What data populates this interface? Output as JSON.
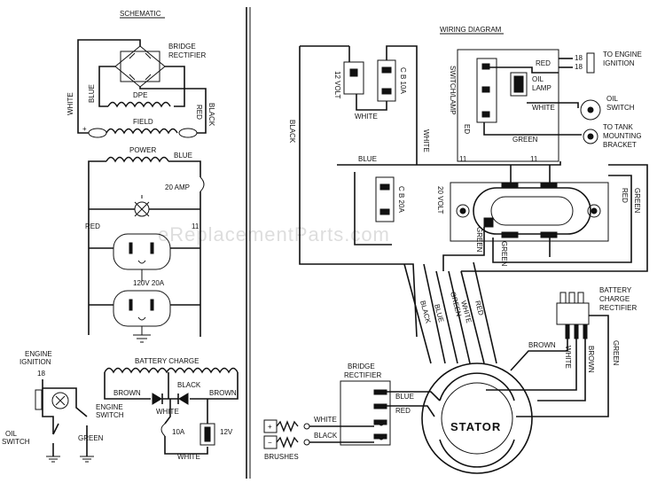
{
  "headers": {
    "schematic": "SCHEMATIC",
    "wiring": "WIRING DIAGRAM"
  },
  "watermark": "eReplacementParts.com",
  "schematic": {
    "bridge_rectifier": "BRIDGE RECTIFIER",
    "white": "WHITE",
    "blue": "BLUE",
    "red": "RED",
    "black": "BLACK",
    "dpe": "DPE",
    "field": "FIELD",
    "plus": "+",
    "power": "POWER",
    "power_blue": "BLUE",
    "amp20": "20 AMP",
    "red2": "RED",
    "eleven": "11",
    "receptacle": "120V 20A"
  },
  "charge": {
    "engine_ignition": "ENGINE IGNITION",
    "eighteen": "18",
    "oil_switch": "OIL SWITCH",
    "engine_switch": "ENGINE SWITCH",
    "green": "GREEN",
    "battery_charge": "BATTERY CHARGE",
    "brown1": "BROWN",
    "black": "BLACK",
    "brown2": "BROWN",
    "white1": "WHITE",
    "tenA": "10A",
    "v12": "12V",
    "white2": "WHITE"
  },
  "wiring": {
    "black_left": "BLACK",
    "volt12": "12 VOLT",
    "cb10a": "C B 10A",
    "white_top": "WHITE",
    "white_vert": "WHITE",
    "switch_lamp": "SWITCH/LAMP",
    "red_sw": "RED",
    "oil_lamp": "OIL LAMP",
    "white_sw": "WHITE",
    "ed": "ED",
    "green_sw": "GREEN",
    "n18a": "18",
    "n18b": "18",
    "to_engine_ignition": "TO ENGINE IGNITION",
    "oil_switch": "OIL SWITCH",
    "to_tank": "TO TANK MOUNTING BRACKET",
    "n11a": "11",
    "n11b": "11",
    "blue": "BLUE",
    "cb20a": "C B 20A",
    "volt20": "20 VOLT",
    "green_a": "GREEN",
    "green_b": "GREEN",
    "red_right": "RED",
    "green_right": "GREEN",
    "bundle_black": "BLACK",
    "bundle_blue": "BLUE",
    "bundle_green": "GREEN",
    "bundle_white": "WHITE",
    "bundle_red": "RED",
    "battery_charge_rectifier": "BATTERY CHARGE RECTIFIER",
    "brown_top": "BROWN",
    "white_bcr": "WHITE",
    "brown_bcr": "BROWN",
    "green_bcr": "GREEN",
    "bridge_rectifier": "BRIDGE RECTIFIER",
    "blue_br": "BLUE",
    "red_br": "RED",
    "white_br": "WHITE",
    "black_br": "BLACK",
    "plus": "+",
    "minus": "−",
    "brushes": "BRUSHES",
    "stator": "STATOR"
  }
}
